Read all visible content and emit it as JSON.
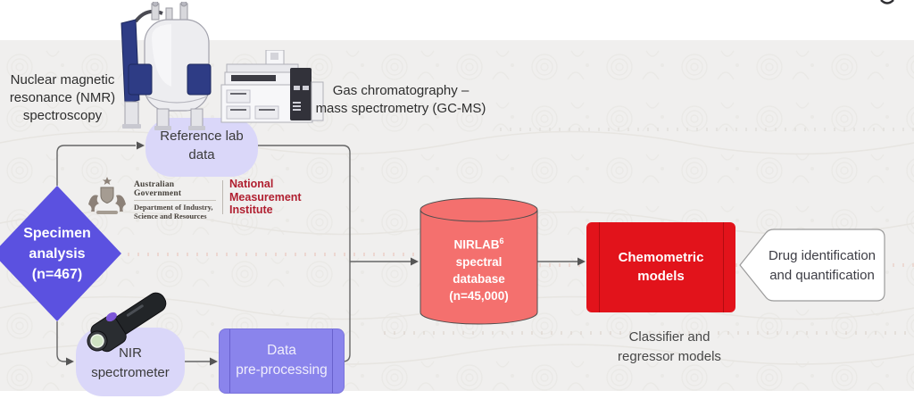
{
  "colors": {
    "band_background": "#f0efee",
    "diamond_fill": "#5b51e0",
    "blob_fill": "#dad7f9",
    "process_fill": "#8a84ec",
    "database_fill": "#f4706e",
    "model_fill": "#e2131b",
    "institute_red": "#b01f30",
    "connector": "#666666"
  },
  "labels": {
    "nmr": {
      "lines": [
        "Nuclear magnetic",
        "resonance (NMR)",
        "spectroscopy"
      ]
    },
    "gcms": {
      "lines": [
        "Gas chromatography –",
        "mass spectrometry (GC-MS)"
      ]
    },
    "caption": {
      "lines": [
        "Classifier and",
        "regressor models"
      ]
    }
  },
  "nodes": {
    "reference_lab": {
      "lines": [
        "Reference lab",
        "data"
      ]
    },
    "specimen": {
      "lines": [
        "Specimen",
        "analysis",
        "(n=467)"
      ]
    },
    "nir": {
      "lines": [
        "NIR",
        "spectrometer"
      ]
    },
    "preprocess": {
      "lines": [
        "Data",
        "pre-processing"
      ]
    },
    "database": {
      "title": "NIRLAB",
      "sup": "6",
      "lines": [
        "spectral",
        "database",
        "(n=45,000)"
      ]
    },
    "model": {
      "lines": [
        "Chemometric",
        "models"
      ]
    },
    "output": {
      "lines": [
        "Drug identification",
        "and quantification"
      ]
    }
  },
  "logo": {
    "government": "Australian Government",
    "department_lines": [
      "Department of Industry,",
      "Science and Resources"
    ],
    "institute_lines": [
      "National",
      "Measurement",
      "Institute"
    ]
  },
  "icons": {
    "nmr_instrument": "nmr-instrument-illustration",
    "gcms_instrument": "gcms-instrument-illustration",
    "nir_device": "nir-handheld-spectrometer-illustration",
    "coat_of_arms": "australian-coat-of-arms-icon",
    "top_right": "partial-magnifier-icon"
  }
}
